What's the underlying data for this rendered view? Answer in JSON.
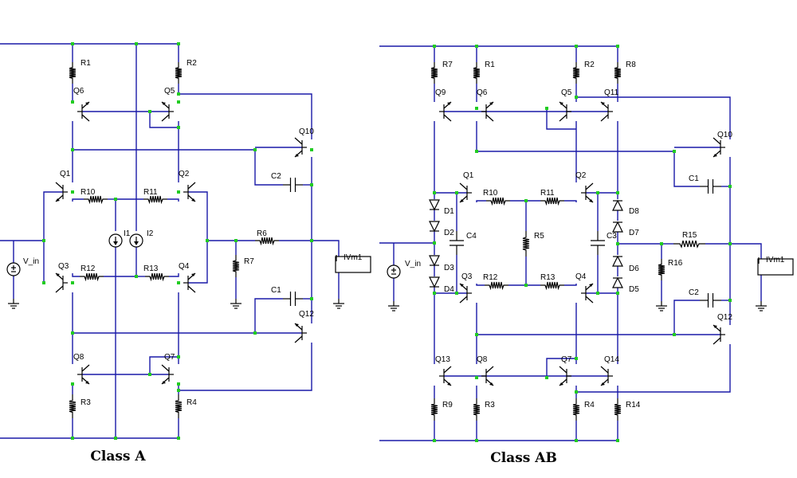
{
  "captions": {
    "left": "Class A",
    "right": "Class AB"
  },
  "class_a": {
    "labels": {
      "R1": "R1",
      "R2": "R2",
      "Q6": "Q6",
      "Q5": "Q5",
      "Q10": "Q10",
      "Q1": "Q1",
      "Q2": "Q2",
      "R10": "R10",
      "R11": "R11",
      "C2": "C2",
      "I1": "I1",
      "I2": "I2",
      "R6": "R6",
      "R7": "R7",
      "V_in": "V_in",
      "IVm1": "IVm1",
      "Q3": "Q3",
      "R12": "R12",
      "R13": "R13",
      "Q4": "Q4",
      "C1": "C1",
      "Q12": "Q12",
      "Q8": "Q8",
      "Q7": "Q7",
      "R3": "R3",
      "R4": "R4"
    }
  },
  "class_ab": {
    "labels": {
      "R7": "R7",
      "R1": "R1",
      "R2": "R2",
      "R8": "R8",
      "Q9": "Q9",
      "Q6": "Q6",
      "Q5": "Q5",
      "Q11": "Q11",
      "Q10": "Q10",
      "Q1": "Q1",
      "Q2": "Q2",
      "R10": "R10",
      "R11": "R11",
      "C1": "C1",
      "D1": "D1",
      "D2": "D2",
      "C4": "C4",
      "R5": "R5",
      "C3": "C3",
      "D8": "D8",
      "D7": "D7",
      "R15": "R15",
      "V_in": "V_in",
      "D3": "D3",
      "D4": "D4",
      "Q3": "Q3",
      "R12": "R12",
      "R13": "R13",
      "Q4": "Q4",
      "D6": "D6",
      "D5": "D5",
      "R16": "R16",
      "IVm1": "IVm1",
      "C2": "C2",
      "Q12": "Q12",
      "Q13": "Q13",
      "Q8": "Q8",
      "Q7": "Q7",
      "Q14": "Q14",
      "R9": "R9",
      "R3": "R3",
      "R4": "R4",
      "R14": "R14"
    }
  }
}
